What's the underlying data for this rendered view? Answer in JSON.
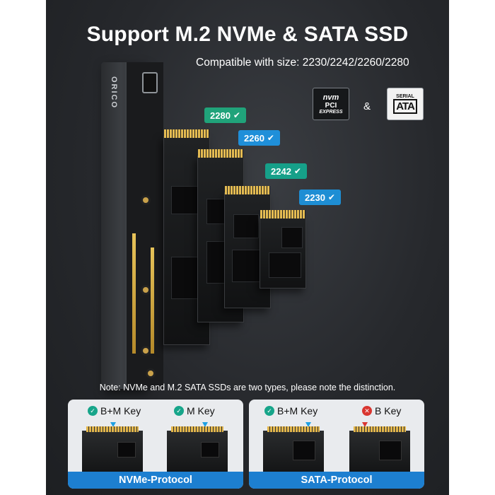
{
  "header": {
    "title": "Support M.2 NVMe & SATA SSD",
    "subtitle": "Compatible with size: 2230/2242/2260/2280"
  },
  "enclosure": {
    "brand": "ORICO"
  },
  "sizes": [
    {
      "label": "2280",
      "icon": "check-icon"
    },
    {
      "label": "2260",
      "icon": "check-icon"
    },
    {
      "label": "2242",
      "icon": "check-icon"
    },
    {
      "label": "2230",
      "icon": "check-icon"
    }
  ],
  "logos": {
    "nvme_logo": {
      "line1": "nvm",
      "line2": "PCI",
      "line3": "EXPRESS"
    },
    "separator": "&",
    "sata_logo": {
      "line1": "SERIAL",
      "line2": "ATA"
    }
  },
  "note": "Note: NVMe and M.2 SATA SSDs are two types, please note the distinction.",
  "panels": {
    "nvme": {
      "keys": [
        {
          "label": "B+M Key",
          "status": "supported"
        },
        {
          "label": "M Key",
          "status": "supported"
        }
      ],
      "footer": "NVMe-Protocol"
    },
    "sata": {
      "keys": [
        {
          "label": "B+M Key",
          "status": "supported"
        },
        {
          "label": "B Key",
          "status": "unsupported"
        }
      ],
      "footer": "SATA-Protocol"
    }
  },
  "colors": {
    "accent_blue": "#1d7fd0",
    "supported_green": "#17a58a",
    "unsupported_red": "#d93630",
    "background": "#26282c"
  }
}
